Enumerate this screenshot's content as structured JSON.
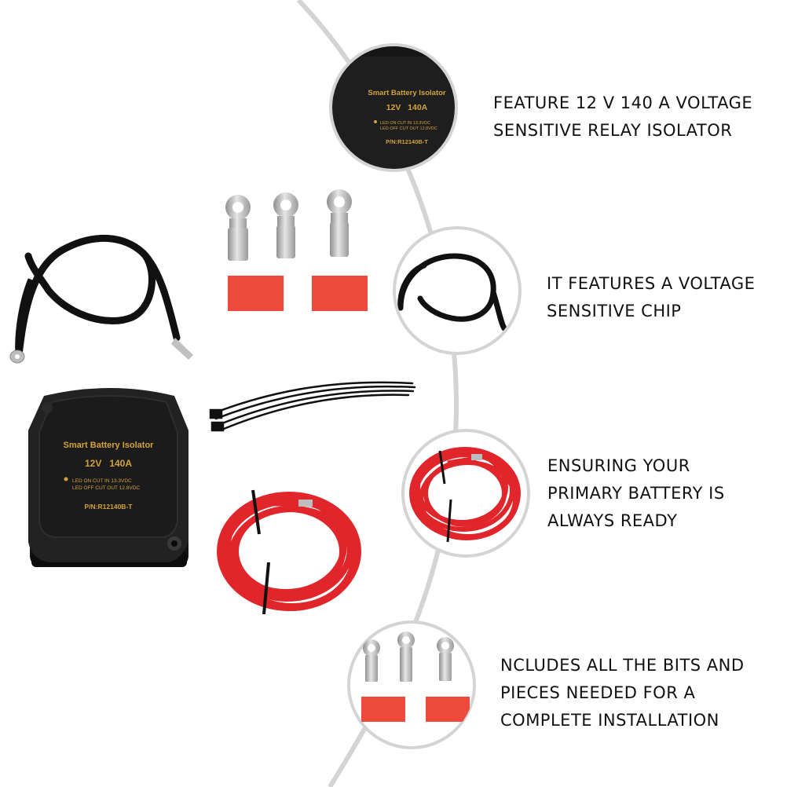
{
  "product": {
    "label_title": "Smart Battery Isolator",
    "label_rating": "12V   140A",
    "label_led_on": "LED  ON  CUT IN 13.3VDC",
    "label_led_off": "LED OFF CUT OUT 12.8VDC",
    "label_part_number": "P/N:R12140B-T"
  },
  "features": [
    {
      "lines": [
        "FEATURE 12 V 140 A VOLTAGE",
        "SENSITIVE RELAY ISOLATOR"
      ]
    },
    {
      "lines": [
        "IT FEATURES A VOLTAGE",
        "SENSITIVE CHIP"
      ]
    },
    {
      "lines": [
        "ENSURING YOUR",
        "PRIMARY BATTERY IS",
        "ALWAYS READY"
      ]
    },
    {
      "lines": [
        "NCLUDES ALL THE BITS AND",
        "PIECES NEEDED FOR A",
        "COMPLETE INSTALLATION"
      ]
    }
  ],
  "colors": {
    "background": "#ffffff",
    "arc": "#d4d4d4",
    "device": "#1c1c1c",
    "label_text": "#d4a23a",
    "red_cable": "#e0262b",
    "heat_shrink": "#ee4a3c",
    "terminal": "#c9c9c9",
    "text": "#111111"
  }
}
